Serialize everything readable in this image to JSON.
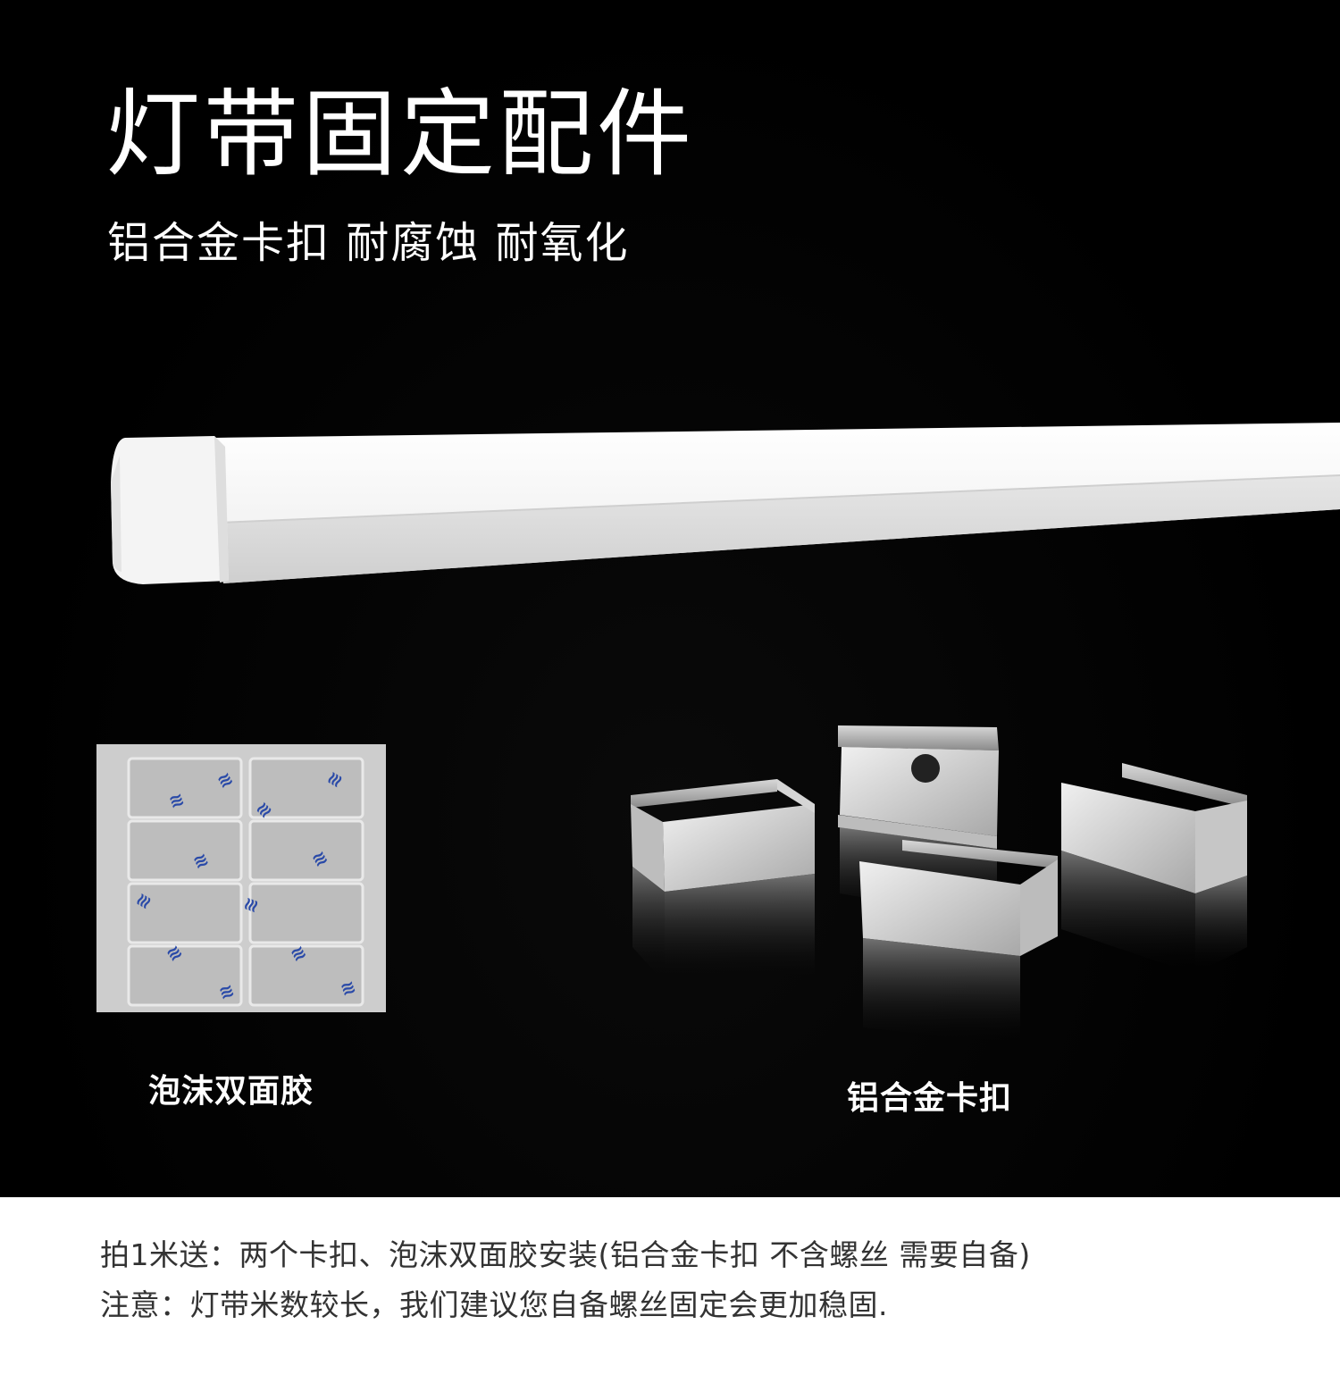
{
  "header": {
    "title": "灯带固定配件",
    "subtitle": "铝合金卡扣 耐腐蚀 耐氧化"
  },
  "products": {
    "tape_label": "泡沫双面胶",
    "clip_label": "铝合金卡扣"
  },
  "notes": {
    "line1": "拍1米送：两个卡扣、泡沫双面胶安装(铝合金卡扣 不含螺丝 需要自备)",
    "line2": "注意：灯带米数较长，我们建议您自备螺丝固定会更加稳固."
  },
  "colors": {
    "background": "#000000",
    "strip": "#f2f2f2",
    "tape_logo": "#2a4aa8",
    "note_text": "#333333"
  }
}
